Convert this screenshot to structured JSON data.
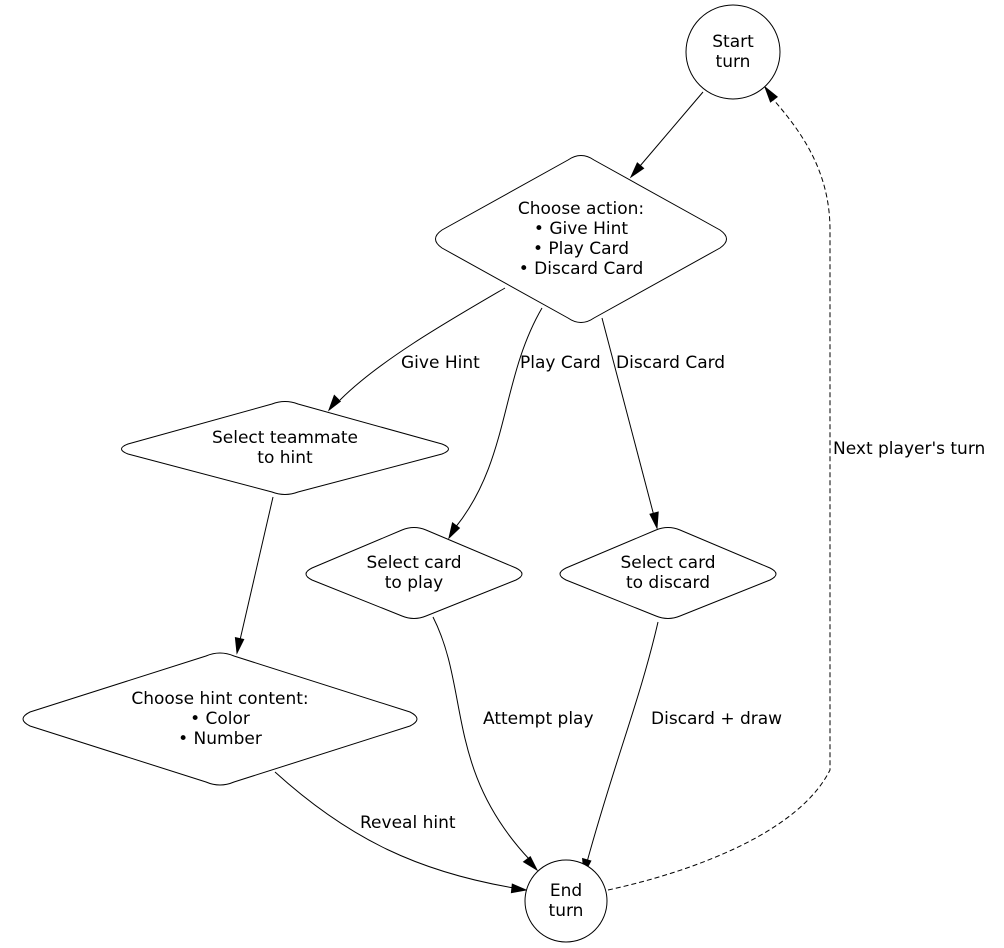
{
  "nodes": {
    "start": [
      "Start",
      "turn"
    ],
    "choose_action": [
      "Choose action:",
      "• Give Hint",
      "• Play Card",
      "• Discard Card"
    ],
    "select_teammate": [
      "Select teammate",
      "to hint"
    ],
    "select_play": [
      "Select card",
      "to play"
    ],
    "select_discard": [
      "Select card",
      "to discard"
    ],
    "choose_hint": [
      "Choose hint content:",
      "• Color",
      "• Number"
    ],
    "end": [
      "End",
      "turn"
    ]
  },
  "edges": {
    "give_hint": "Give Hint",
    "play_card": "Play Card",
    "discard_card": "Discard Card",
    "attempt_play": "Attempt play",
    "discard_draw": "Discard + draw",
    "reveal_hint": "Reveal hint",
    "next_turn": "Next player's turn"
  }
}
